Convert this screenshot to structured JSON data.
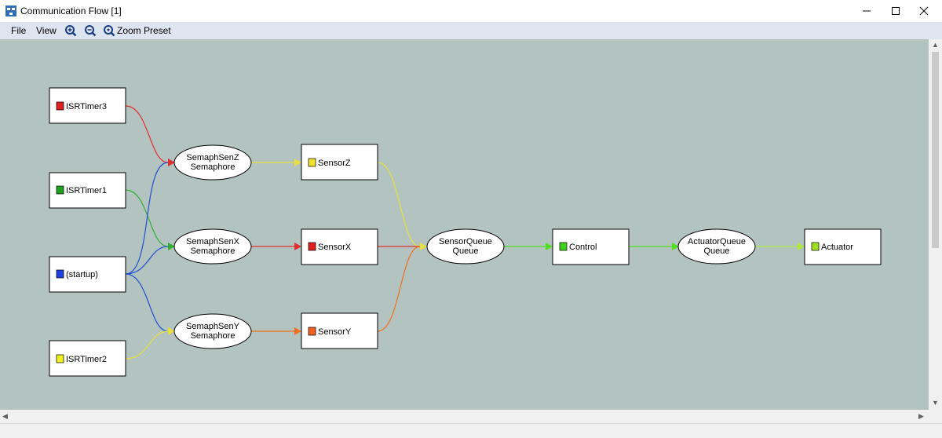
{
  "window": {
    "title": "Communication Flow [1]",
    "app_icon": "flow-diagram-icon",
    "controls": [
      "minimize-icon",
      "maximize-icon",
      "close-icon"
    ]
  },
  "menu": {
    "file": "File",
    "view": "View",
    "zoom_in_icon": "zoom-in-icon",
    "zoom_out_icon": "zoom-out-icon",
    "zoom_preset_label": "Zoom Preset"
  },
  "nodes": {
    "isrtimer3": {
      "label": "ISRTimer3",
      "color": "#e02020"
    },
    "isrtimer1": {
      "label": "ISRTimer1",
      "color": "#20a020"
    },
    "startup": {
      "label": "(startup)",
      "color": "#2040e0"
    },
    "isrtimer2": {
      "label": "ISRTimer2",
      "color": "#f0f020"
    },
    "semaphsenz": {
      "line1": "SemaphSenZ",
      "line2": "Semaphore"
    },
    "semaphsenx": {
      "line1": "SemaphSenX",
      "line2": "Semaphore"
    },
    "semaphseny": {
      "line1": "SemaphSenY",
      "line2": "Semaphore"
    },
    "sensorz": {
      "label": "SensorZ",
      "color": "#f0e030"
    },
    "sensorx": {
      "label": "SensorX",
      "color": "#e02020"
    },
    "sensory": {
      "label": "SensorY",
      "color": "#f06020"
    },
    "sensorqueue": {
      "line1": "SensorQueue",
      "line2": "Queue"
    },
    "control": {
      "label": "Control",
      "color": "#40d020"
    },
    "actuatorqueue": {
      "line1": "ActuatorQueue",
      "line2": "Queue"
    },
    "actuator": {
      "label": "Actuator",
      "color": "#a0e020"
    }
  },
  "edge_colors": {
    "red": "#e03030",
    "green": "#30b030",
    "blue": "#2050d0",
    "yellow": "#e8e040",
    "orange": "#f07020",
    "lime": "#50e020",
    "yellowgreen": "#b0e840"
  }
}
